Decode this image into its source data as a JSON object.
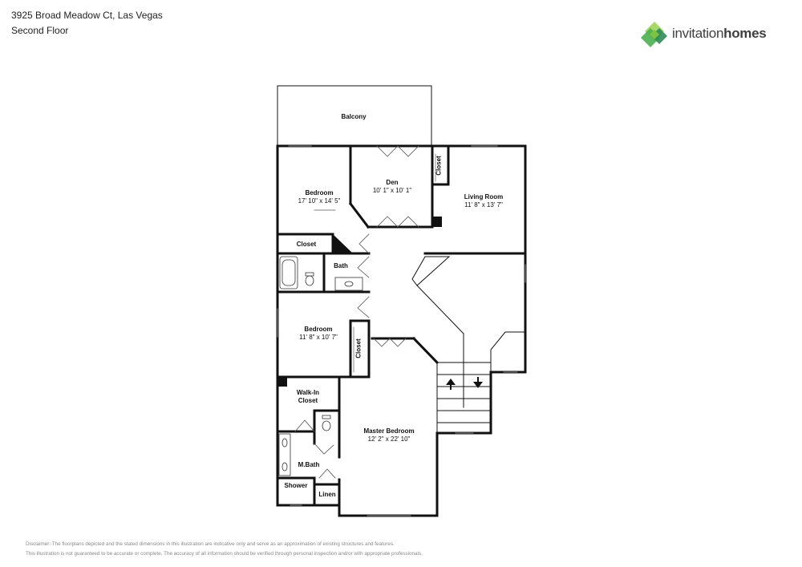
{
  "header": {
    "address": "3925 Broad Meadow Ct, Las Vegas",
    "floor": "Second Floor"
  },
  "logo": {
    "text_light": "invitation",
    "text_bold": "homes",
    "colors": [
      "#7dc242",
      "#4caf50",
      "#2e8b57",
      "#a6d86b"
    ]
  },
  "rooms": {
    "balcony": {
      "name": "Balcony"
    },
    "bedroom1": {
      "name": "Bedroom",
      "dims": "17' 10\" x 14' 5\""
    },
    "den": {
      "name": "Den",
      "dims": "10' 1\" x 10' 1\""
    },
    "closet_den": {
      "name": "Closet"
    },
    "living": {
      "name": "Living Room",
      "dims": "11' 8\" x 13' 7\""
    },
    "closet1": {
      "name": "Closet"
    },
    "bath": {
      "name": "Bath"
    },
    "bedroom2": {
      "name": "Bedroom",
      "dims": "11' 8\" x 10' 7\""
    },
    "closet2": {
      "name": "Closet"
    },
    "walkin": {
      "name": "Walk-In Closet",
      "line1": "Walk-In",
      "line2": "Closet"
    },
    "master": {
      "name": "Master Bedroom",
      "dims": "12' 2\" x 22' 10\""
    },
    "mbath": {
      "name": "M.Bath"
    },
    "shower": {
      "name": "Shower"
    },
    "linen": {
      "name": "Linen"
    }
  },
  "disclaimer": {
    "line1": "Disclaimer: The floorplans depicted and the stated dimensions in this illustration are indicative only and serve as an approximation of existing structures and features.",
    "line2": "This illustration is not guaranteed to be accurate or complete. The accuracy of all information should be verified through personal inspection and/or with appropriate professionals."
  }
}
